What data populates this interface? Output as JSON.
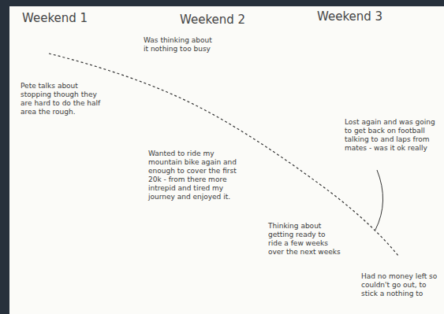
{
  "diagram": {
    "labels": [
      "Weekend 1",
      "Weekend 2",
      "Weekend 3",
      "Pete talks about stopping though they are hard to do the half area the rough.",
      "Was thinking about it nothing too busy",
      "Wanted to ride my mountain bike again and enough to cover the first 20k - from there more intrepid and tired my journey and enjoyed it.",
      "Lost again and was going to get back on football talking to and laps from mates - was it ok really",
      "Thinking about getting ready to ride a few weeks over the next weeks",
      "Had no money left so couldn't go out, to stick a nothing to"
    ]
  }
}
